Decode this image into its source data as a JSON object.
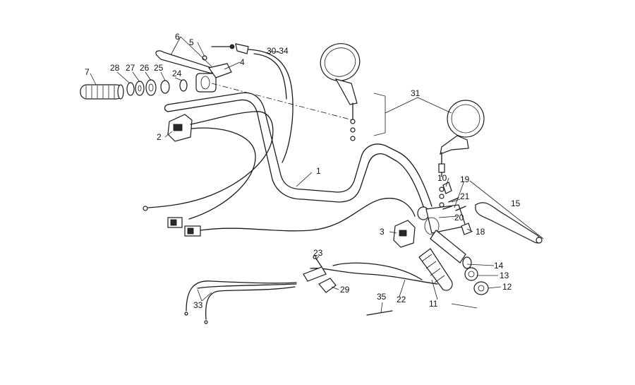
{
  "diagram": {
    "labels": {
      "l1": "1",
      "l2": "2",
      "l3": "3",
      "l4": "4",
      "l5": "5",
      "l6": "6",
      "l7": "7",
      "l10": "10",
      "l11": "11",
      "l12": "12",
      "l13": "13",
      "l14": "14",
      "l15": "15",
      "l18": "18",
      "l19": "19",
      "l20": "20",
      "l21": "21",
      "l22": "22",
      "l23": "23",
      "l24": "24",
      "l25": "25",
      "l26": "26",
      "l27": "27",
      "l28": "28",
      "l29": "29",
      "l30_34": "30-34",
      "l31": "31",
      "l33": "33",
      "l35": "35"
    },
    "colors": {
      "ink": "#1a1a1a",
      "background": "#ffffff"
    }
  }
}
